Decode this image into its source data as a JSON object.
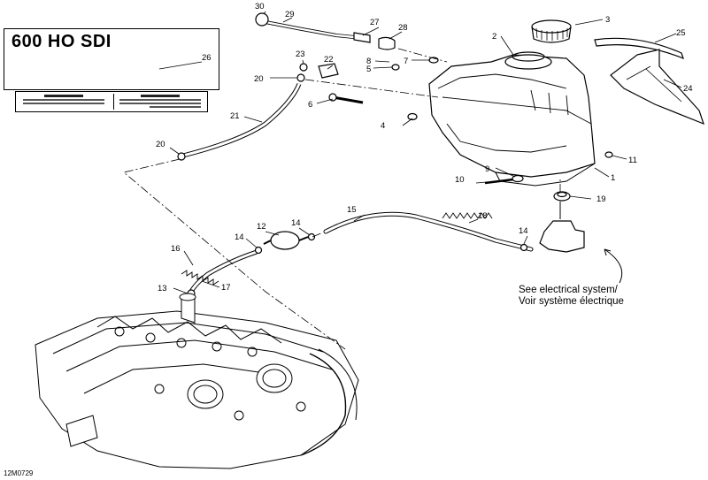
{
  "title": "600 HO SDI",
  "diagram_code": "12M0729",
  "note_line1": "See electrical system/",
  "note_line2": "Voir système électrique",
  "callouts": [
    "1",
    "2",
    "3",
    "4",
    "5",
    "6",
    "7",
    "8",
    "9",
    "10",
    "11",
    "12",
    "13",
    "14",
    "14",
    "14",
    "14",
    "15",
    "16",
    "17",
    "18",
    "19",
    "20",
    "20",
    "21",
    "22",
    "23",
    "24",
    "25",
    "26",
    "27",
    "28",
    "29",
    "30"
  ]
}
